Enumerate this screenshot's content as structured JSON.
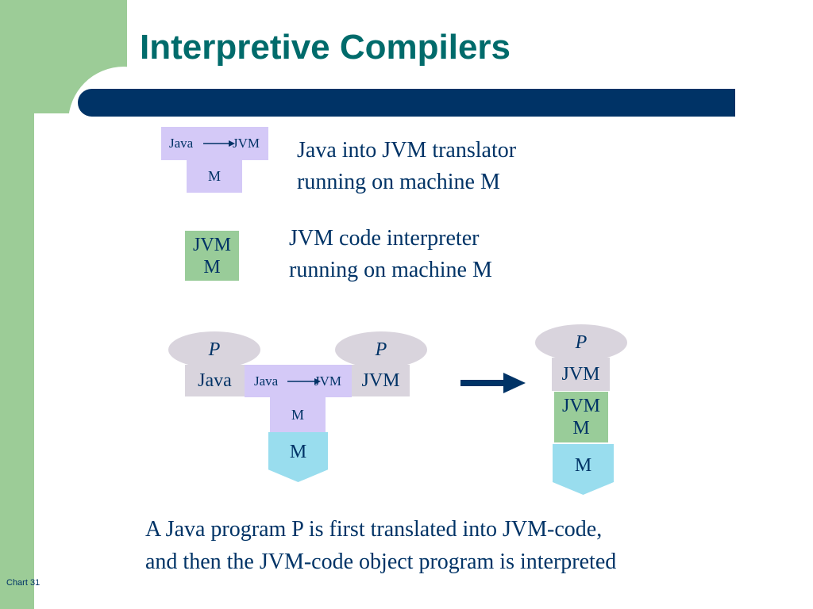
{
  "slide": {
    "title": "Interpretive Compilers",
    "footer": "Chart 31",
    "caption": {
      "line1": "A Java program P is first translated into JVM-code,",
      "line2": "and then the JVM-code object program is interpreted"
    }
  },
  "legend": {
    "translator": {
      "source": "Java",
      "target": "JVM",
      "machine": "M",
      "desc_line1": "Java into JVM translator",
      "desc_line2": "running on machine M"
    },
    "interpreter": {
      "language": "JVM",
      "machine": "M",
      "desc_line1": "JVM code interpreter",
      "desc_line2": "running on machine M"
    }
  },
  "diagram_left": {
    "program_in": {
      "name": "P",
      "language": "Java"
    },
    "translator": {
      "source": "Java",
      "target": "JVM",
      "machine": "M"
    },
    "program_out": {
      "name": "P",
      "language": "JVM"
    },
    "machine": "M"
  },
  "diagram_right": {
    "program": {
      "name": "P",
      "language": "JVM"
    },
    "interpreter": {
      "language": "JVM",
      "machine": "M"
    },
    "machine": "M"
  },
  "colors": {
    "title": "#006b6b",
    "navy": "#003366",
    "sidebar_green": "#9ccc97",
    "translator_lavender": "#d4c9f7",
    "interpreter_green": "#99cc99",
    "program_grey": "#d9d4dd",
    "machine_blue": "#99ddee"
  }
}
